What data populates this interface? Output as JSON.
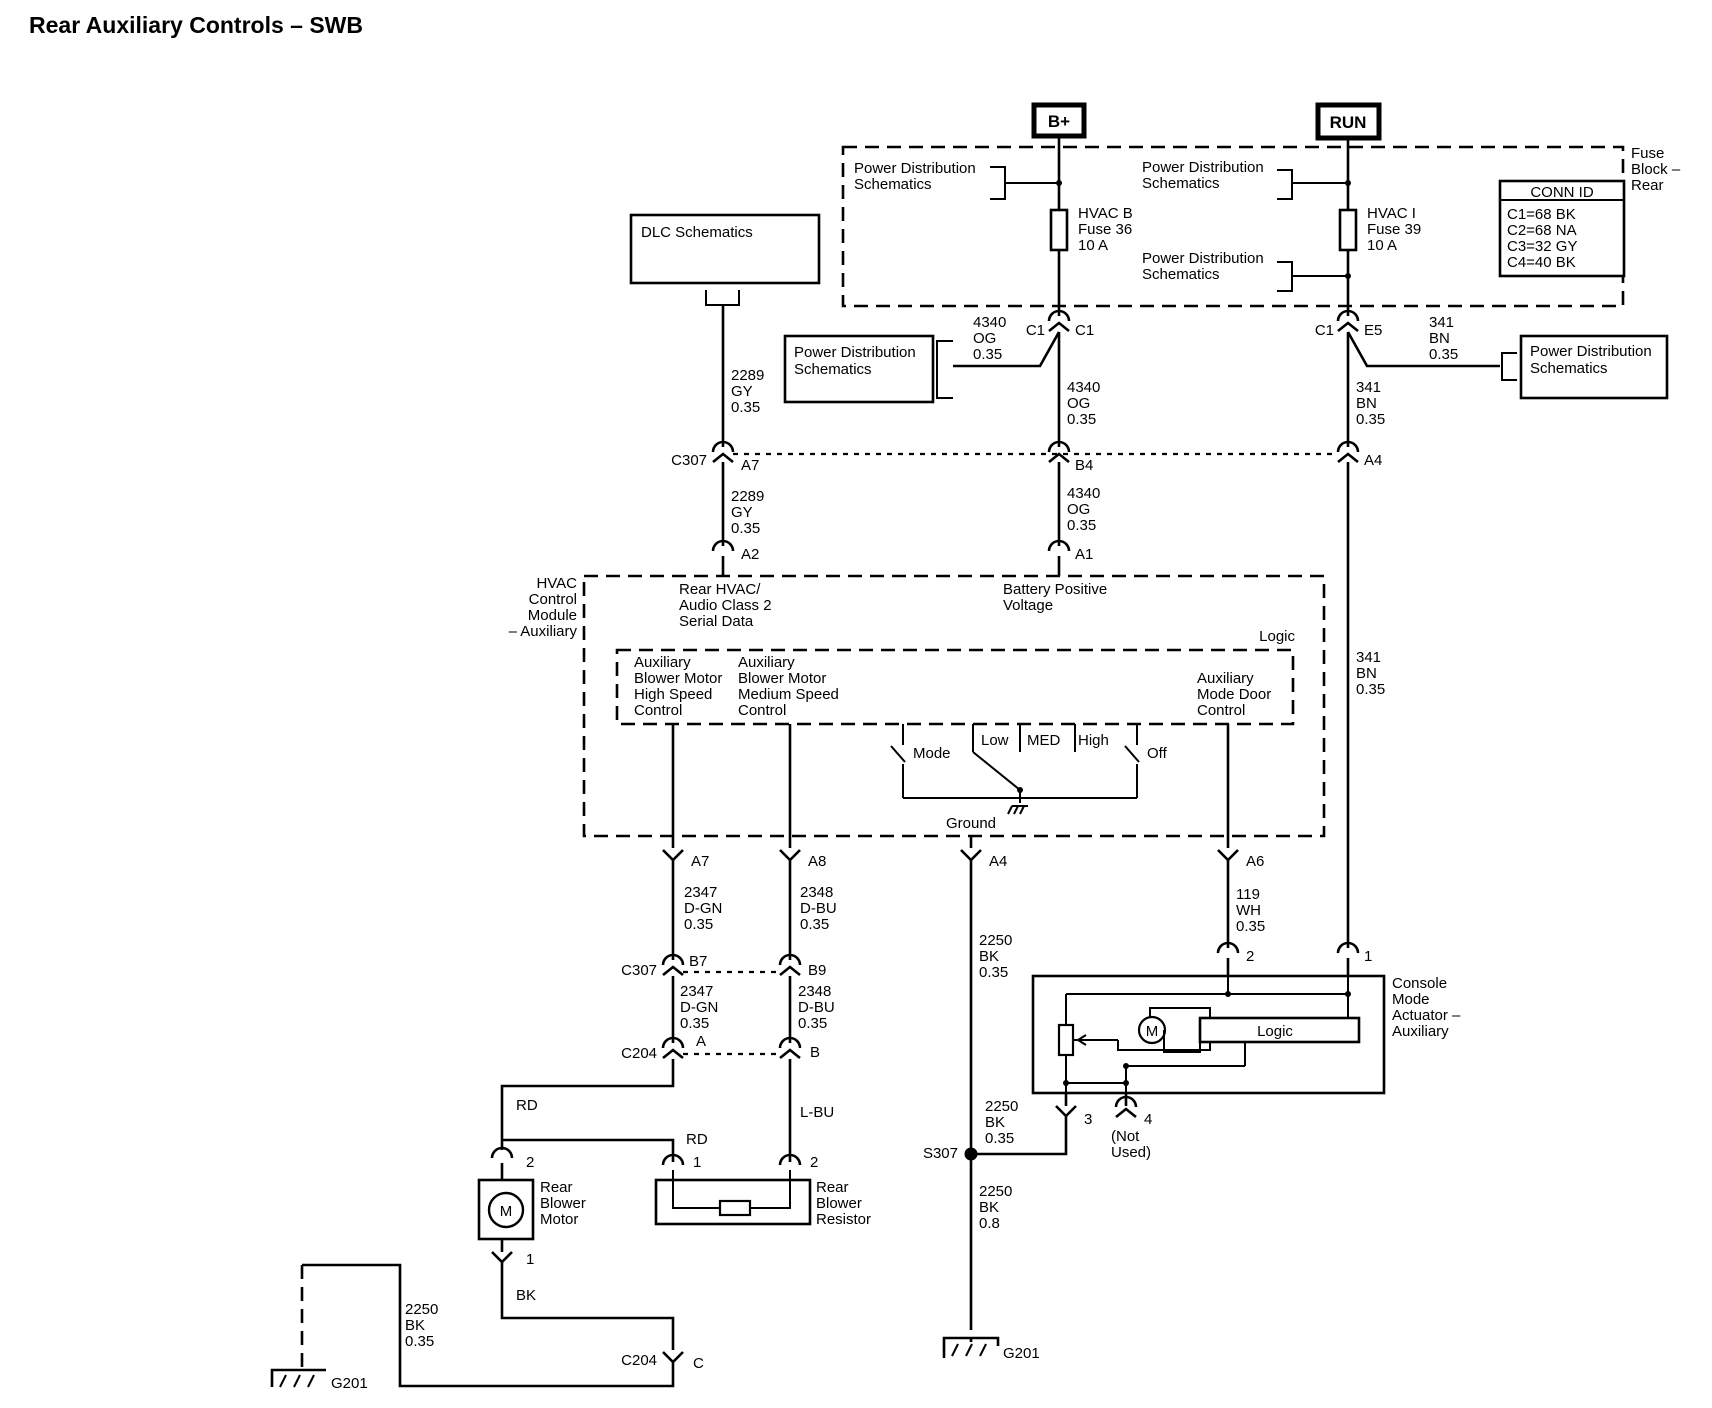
{
  "title": "Rear Auxiliary Controls – SWB",
  "sources": {
    "bplus": "B+",
    "run": "RUN"
  },
  "fuse_block": {
    "name": [
      "Fuse",
      "Block –",
      "Rear"
    ],
    "fuses": [
      {
        "name": [
          "HVAC B",
          "Fuse 36",
          "10 A"
        ]
      },
      {
        "name": [
          "HVAC I",
          "Fuse 39",
          "10 A"
        ]
      }
    ],
    "conn_id": {
      "header": "CONN ID",
      "rows": [
        "C1=68 BK",
        "C2=68 NA",
        "C3=32 GY",
        "C4=40 BK"
      ]
    }
  },
  "references": {
    "pds": [
      "Power Distribution",
      "Schematics"
    ],
    "dlc": "DLC Schematics"
  },
  "connectors": {
    "c1": "C1",
    "c307": "C307",
    "c204": "C204",
    "s307": "S307",
    "g201": "G201",
    "pins": {
      "c1_left": "C1",
      "e5": "E5",
      "a7": "A7",
      "b4": "B4",
      "a4": "A4",
      "a2": "A2",
      "a1": "A1",
      "a8": "A8",
      "a6": "A6",
      "b7": "B7",
      "b9": "B9",
      "a": "A",
      "b": "B",
      "c": "C",
      "p1": "1",
      "p2": "2",
      "p3": "3",
      "p4": "4"
    }
  },
  "wires": {
    "w4340": [
      "4340",
      "OG",
      "0.35"
    ],
    "w341": [
      "341",
      "BN",
      "0.35"
    ],
    "w2289": [
      "2289",
      "GY",
      "0.35"
    ],
    "w2347": [
      "2347",
      "D-GN",
      "0.35"
    ],
    "w2348": [
      "2348",
      "D-BU",
      "0.35"
    ],
    "w2250": [
      "2250",
      "BK",
      "0.35"
    ],
    "w2250b": [
      "2250",
      "BK",
      "0.8"
    ],
    "w119": [
      "119",
      "WH",
      "0.35"
    ],
    "rd": "RD",
    "lbu": "L-BU",
    "bk": "BK"
  },
  "hvac_module": {
    "name": [
      "HVAC",
      "Control",
      "Module",
      "– Auxiliary"
    ],
    "serial": [
      "Rear HVAC/",
      "Audio Class 2",
      "Serial Data"
    ],
    "bpv": [
      "Battery Positive",
      "Voltage"
    ],
    "logic": "Logic",
    "high": [
      "Auxiliary",
      "Blower Motor",
      "High Speed",
      "Control"
    ],
    "medium": [
      "Auxiliary",
      "Blower Motor",
      "Medium Speed",
      "Control"
    ],
    "mode_door": [
      "Auxiliary",
      "Mode Door",
      "Control"
    ],
    "switch": {
      "mode": "Mode",
      "low": "Low",
      "med": "MED",
      "high": "High",
      "off": "Off"
    },
    "ground": "Ground"
  },
  "actuator": {
    "name": [
      "Console",
      "Mode",
      "Actuator –",
      "Auxiliary"
    ],
    "logic": "Logic",
    "not_used": [
      "(Not",
      "Used)"
    ]
  },
  "components": {
    "motor_symbol": "M",
    "blower_motor": [
      "Rear",
      "Blower",
      "Motor"
    ],
    "blower_resistor": [
      "Rear",
      "Blower",
      "Resistor"
    ]
  }
}
